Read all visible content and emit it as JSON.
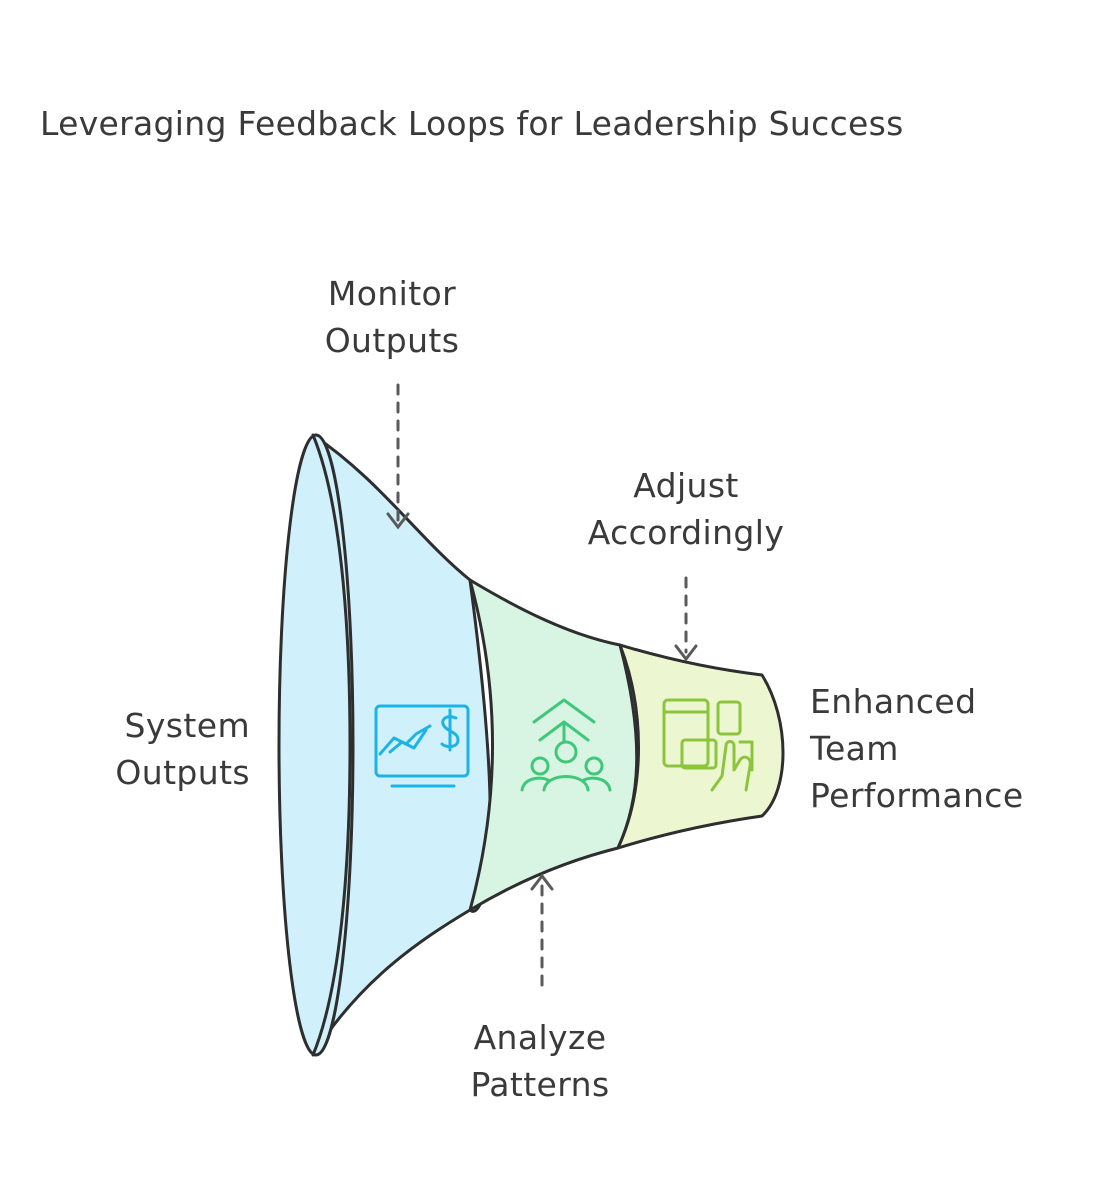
{
  "title": "Leveraging Feedback Loops for Leadership Success",
  "labels": {
    "monitor": {
      "line1": "Monitor",
      "line2": "Outputs"
    },
    "adjust": {
      "line1": "Adjust",
      "line2": "Accordingly"
    },
    "system": {
      "line1": "System",
      "line2": "Outputs"
    },
    "enhanced": {
      "line1": "Enhanced",
      "line2": "Team",
      "line3": "Performance"
    },
    "analyze": {
      "line1": "Analyze",
      "line2": "Patterns"
    }
  },
  "icons": {
    "section1": "monitor-dollar-chart-icon",
    "section2": "team-growth-icon",
    "section3": "devices-touch-icon"
  },
  "colors": {
    "section1_fill": "#d0f1fb",
    "section1_stroke": "#1eb3e6",
    "section2_fill": "#d8f5e4",
    "section2_stroke": "#3fc77a",
    "section3_fill": "#ecf7d2",
    "section3_stroke": "#8cc43c",
    "outline": "#2e2e2e",
    "arrow": "#5a5a5a"
  }
}
